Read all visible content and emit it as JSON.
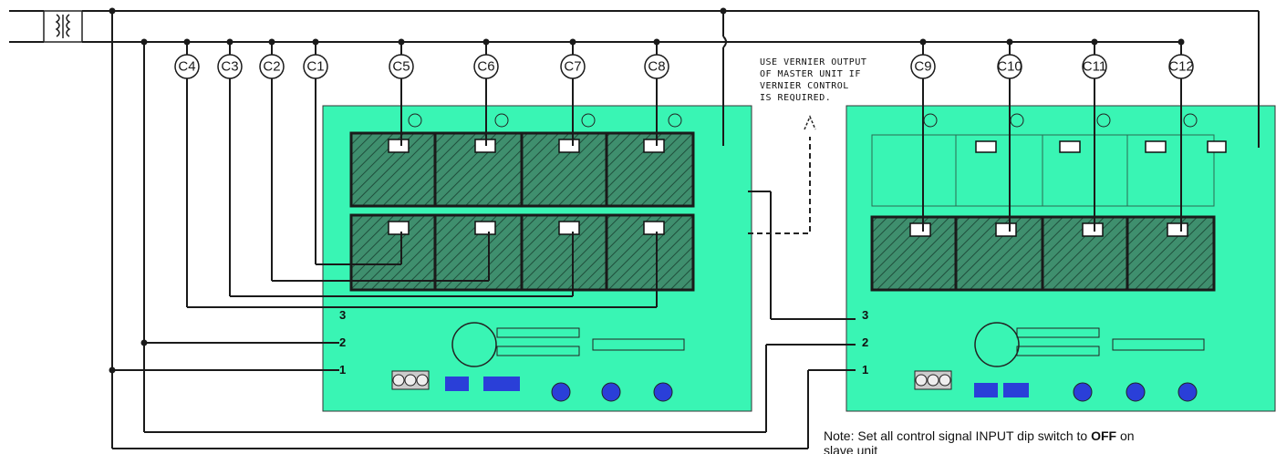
{
  "circuit_labels_left": [
    "C4",
    "C3",
    "C2",
    "C1",
    "C5",
    "C6",
    "C7",
    "C8"
  ],
  "circuit_labels_right": [
    "C9",
    "C10",
    "C11",
    "C12"
  ],
  "annotation_lines": [
    "USE VERNIER OUTPUT",
    "OF MASTER UNIT IF",
    "VERNIER CONTROL",
    "IS REQUIRED."
  ],
  "note": {
    "prefix": "Note: Set all control signal INPUT dip switch to ",
    "bold": "OFF",
    "suffix": " on",
    "line2": "slave unit"
  },
  "terminal_numbers": [
    "1",
    "2",
    "3"
  ],
  "colors": {
    "board": "#39f5b4",
    "relay": "#3f8f6e",
    "wire": "#1a1a1a",
    "dip": "#2a3fd8"
  }
}
